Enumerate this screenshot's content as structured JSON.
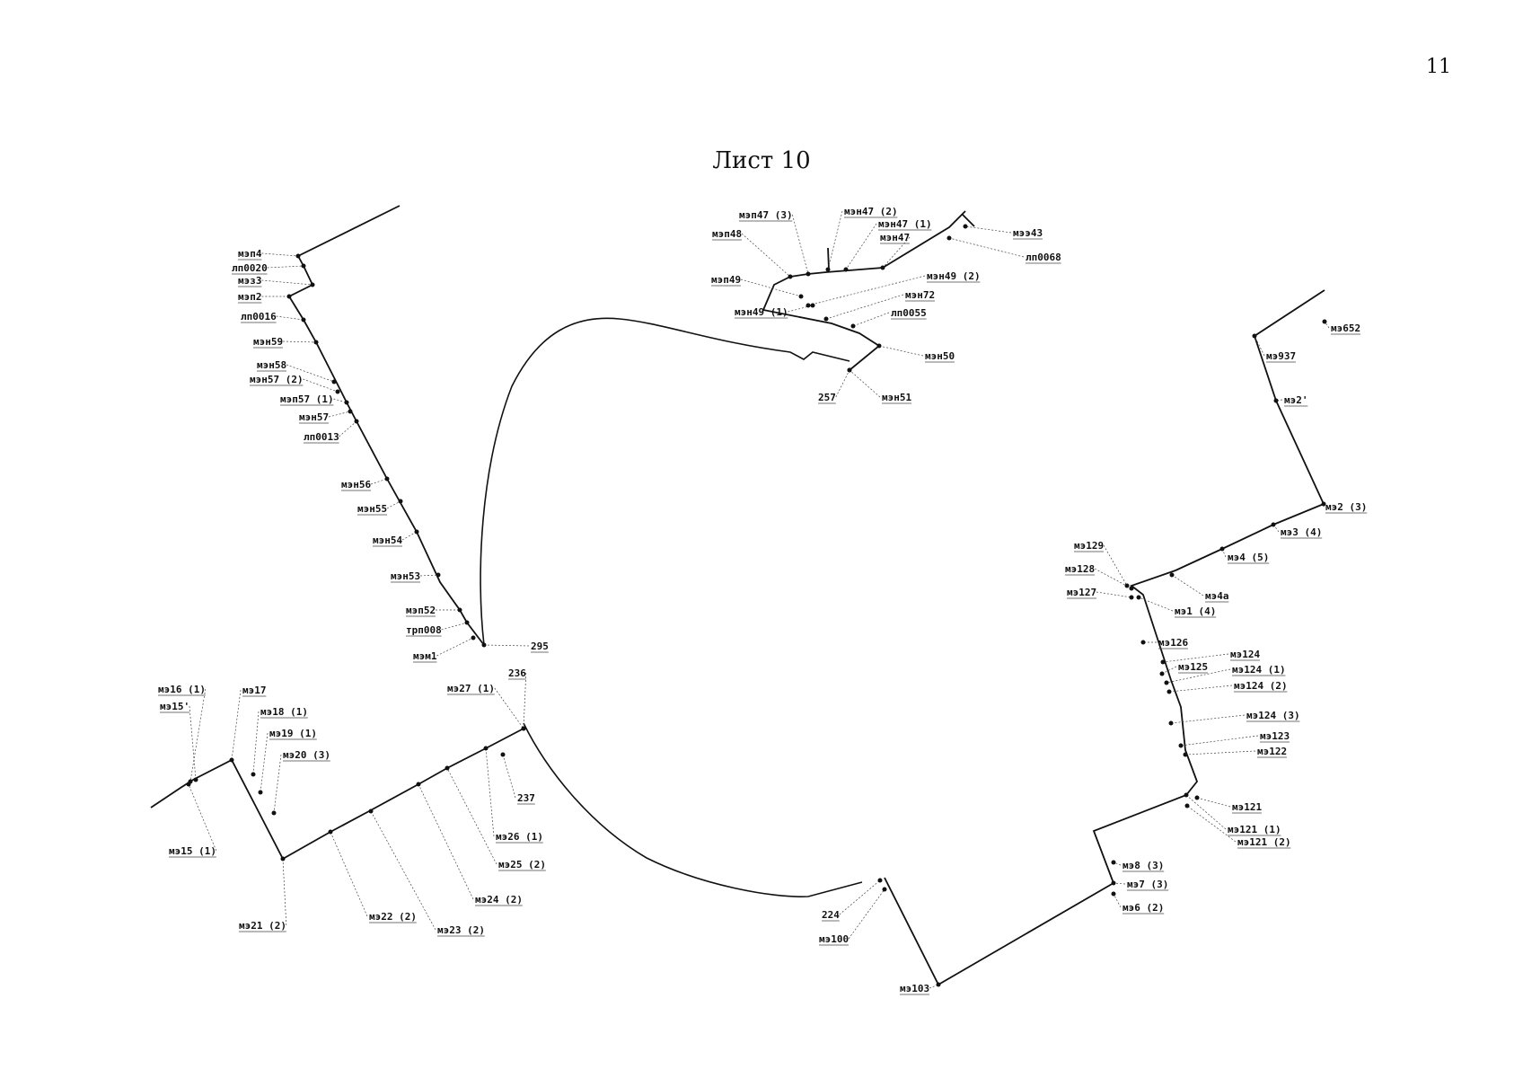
{
  "page": {
    "number": "11",
    "title": "Лист 10"
  },
  "labels": [
    "мэп4",
    "лп0020",
    "мэз3",
    "мэп2",
    "лп0016",
    "мэн59",
    "мэн58",
    "мэн57 (2)",
    "мэп57 (1)",
    "мэн57",
    "лп0013",
    "мэн56",
    "мэн55",
    "мэн54",
    "мэн53",
    "мэп52",
    "трп008",
    "мэм1",
    "295",
    "мэп47 (3)",
    "мэн47 (2)",
    "мэн47 (1)",
    "мэн47",
    "мэп48",
    "мээ43",
    "лп0068",
    "мэп49",
    "мэн49 (2)",
    "мэн72",
    "мэн49 (1)",
    "лп0055",
    "мэн50",
    "257",
    "мэн51",
    "мэ652",
    "мэ937",
    "мэ2'",
    "мэ2 (3)",
    "мэ3 (4)",
    "мэ4 (5)",
    "мэ129",
    "мэ128",
    "мэ127",
    "мэ4а",
    "мэ1 (4)",
    "мэ126",
    "мэ124",
    "мэ125",
    "мэ124 (1)",
    "мэ124 (2)",
    "мэ124 (3)",
    "мэ123",
    "мэ122",
    "мэ121",
    "мэ121 (1)",
    "мэ121 (2)",
    "мэ8 (3)",
    "мэ7 (3)",
    "мэ6 (2)",
    "мэ103",
    "224",
    "мэ100",
    "мэ16 (1)",
    "мэ15'",
    "мэ17",
    "мэ18 (1)",
    "мэ19 (1)",
    "мэ20 (3)",
    "мэ15 (1)",
    "мэ21 (2)",
    "мэ22 (2)",
    "мэ23 (2)",
    "мэ24 (2)",
    "мэ25 (2)",
    "мэ26 (1)",
    "237",
    "мэ27 (1)",
    "236"
  ]
}
